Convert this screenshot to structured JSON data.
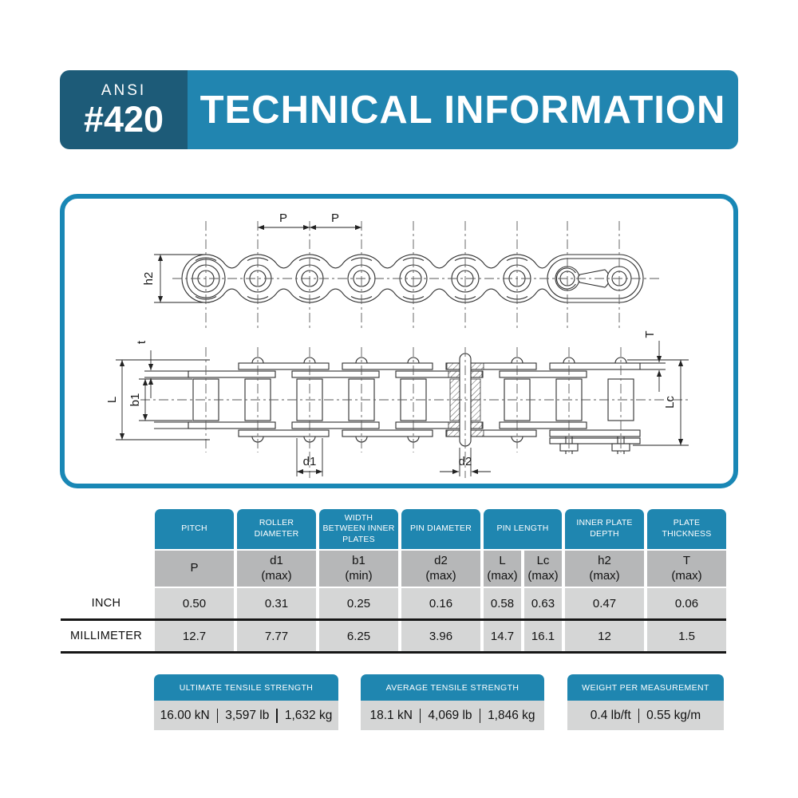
{
  "header": {
    "standard": "ANSI",
    "part_number": "#420",
    "title": "TECHNICAL INFORMATION"
  },
  "diagram": {
    "labels": {
      "p": "P",
      "h2": "h2",
      "t": "t",
      "L": "L",
      "b1": "b1",
      "T": "T",
      "Lc": "Lc",
      "d1": "d1",
      "d2": "d2"
    }
  },
  "table": {
    "columns": [
      {
        "title": "PITCH",
        "symbol": "P",
        "qualifier": ""
      },
      {
        "title": "ROLLER DIAMETER",
        "symbol": "d1",
        "qualifier": "(max)"
      },
      {
        "title": "WIDTH BETWEEN INNER PLATES",
        "symbol": "b1",
        "qualifier": "(min)"
      },
      {
        "title": "PIN DIAMETER",
        "symbol": "d2",
        "qualifier": "(max)"
      },
      {
        "title": "PIN LENGTH",
        "sub": [
          {
            "symbol": "L",
            "qualifier": "(max)"
          },
          {
            "symbol": "Lc",
            "qualifier": "(max)"
          }
        ]
      },
      {
        "title": "INNER PLATE DEPTH",
        "symbol": "h2",
        "qualifier": "(max)"
      },
      {
        "title": "PLATE THICKNESS",
        "symbol": "T",
        "qualifier": "(max)"
      }
    ],
    "rows": [
      {
        "label": "INCH",
        "values": [
          "0.50",
          "0.31",
          "0.25",
          "0.16",
          "0.58",
          "0.63",
          "0.47",
          "0.06"
        ]
      },
      {
        "label": "MILLIMETER",
        "values": [
          "12.7",
          "7.77",
          "6.25",
          "3.96",
          "14.7",
          "16.1",
          "12",
          "1.5"
        ]
      }
    ]
  },
  "info_boxes": [
    {
      "title": "ULTIMATE TENSILE STRENGTH",
      "values": [
        "16.00 kN",
        "3,597 lb",
        "1,632 kg"
      ]
    },
    {
      "title": "AVERAGE TENSILE STRENGTH",
      "values": [
        "18.1 kN",
        "4,069 lb",
        "1,846 kg"
      ]
    },
    {
      "title": "WEIGHT PER MEASUREMENT",
      "values": [
        "0.4 lb/ft",
        "0.55 kg/m"
      ]
    }
  ],
  "colors": {
    "dark_teal": "#1d5b78",
    "teal": "#1f86b0",
    "panel_border": "#1987b5",
    "subheader_gray": "#b6b7b8",
    "cell_gray": "#d5d6d6",
    "line_black": "#161616"
  }
}
